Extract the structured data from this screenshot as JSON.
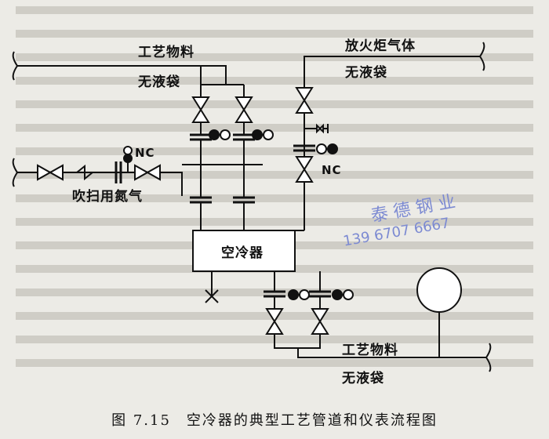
{
  "labels": {
    "process_material_in": "工艺物料",
    "no_liquid_bag_in": "无液袋",
    "flare_gas": "放火炬气体",
    "no_liquid_bag_flare": "无液袋",
    "nc_top": "NC",
    "nc_right": "NC",
    "purge_nitrogen": "吹扫用氮气",
    "air_cooler": "空冷器",
    "process_material_out": "工艺物料",
    "no_liquid_bag_out": "无液袋"
  },
  "watermark": {
    "company": "泰 德 钢 业",
    "phone": "139 6707 6667"
  },
  "caption": "图 7.15　空冷器的典型工艺管道和仪表流程图",
  "colors": {
    "line": "#111111",
    "paper": "#ecebe6",
    "watermark": "#7c8ad2"
  }
}
